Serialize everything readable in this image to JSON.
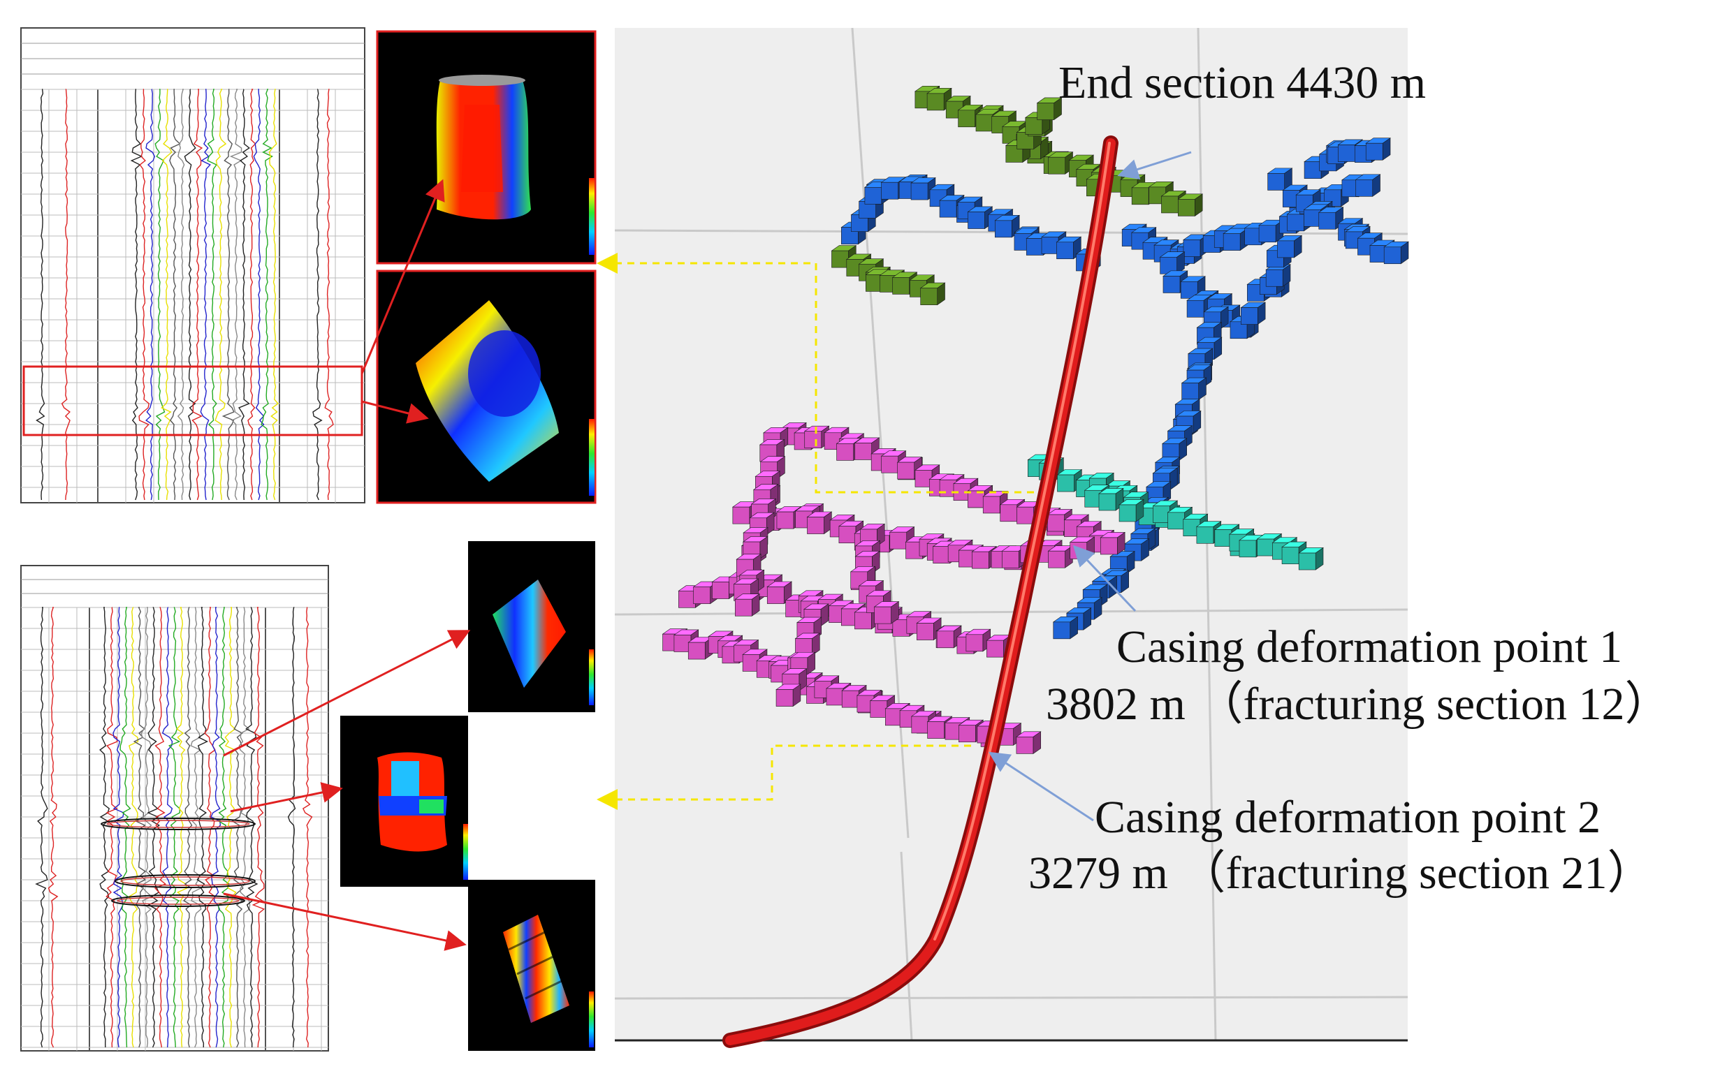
{
  "labels": {
    "end_section": "End section 4430 m",
    "point1_title": "Casing deformation point 1",
    "point1_detail": "3802 m （fracturing section 12）",
    "point2_title": "Casing deformation point 2",
    "point2_detail": "3279 m （fracturing section 21）"
  },
  "colors": {
    "wellbore": "#e01c1c",
    "stage_green": "#5a8a23",
    "stage_blue": "#1f63d6",
    "stage_teal": "#2bbfa8",
    "stage_magenta": "#d64fc0",
    "guide_yellow": "#f5e600",
    "callout_red": "#e02020",
    "pointer_blue": "#7f9fd6"
  },
  "icons": [
    "well-log-panel",
    "caliper-3d-image",
    "microseismic-3d-scene"
  ]
}
